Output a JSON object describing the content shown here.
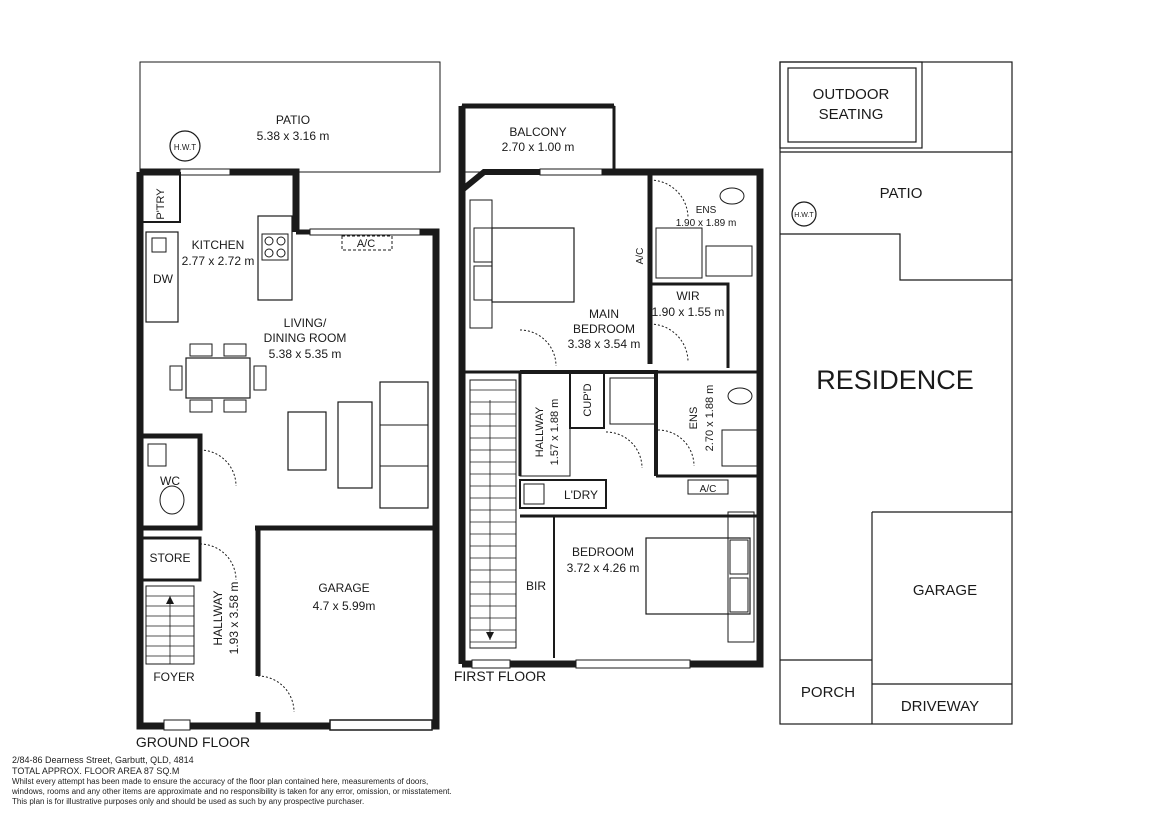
{
  "ground_floor": {
    "patio_name": "PATIO",
    "patio_size": "5.38 x 3.16 m",
    "hwt": "H.W.T",
    "pantry": "P'TRY",
    "kitchen_name": "KITCHEN",
    "kitchen_size": "2.77 x 2.72 m",
    "dw": "DW",
    "ac": "A/C",
    "living_name_1": "LIVING/",
    "living_name_2": "DINING ROOM",
    "living_size": "5.38 x 5.35 m",
    "wc": "WC",
    "store": "STORE",
    "hallway_name": "HALLWAY",
    "hallway_size": "1.93 x 3.58 m",
    "garage_name": "GARAGE",
    "garage_size": "4.7 x 5.99m",
    "foyer": "FOYER",
    "floor_label": "GROUND FLOOR"
  },
  "first_floor": {
    "balcony_name": "BALCONY",
    "balcony_size": "2.70 x 1.00 m",
    "ens1_name": "ENS",
    "ens1_size": "1.90 x 1.89 m",
    "ac1": "A/C",
    "wir_name": "WIR",
    "wir_size": "1.90 x 1.55 m",
    "main_bed_1": "MAIN",
    "main_bed_2": "BEDROOM",
    "main_bed_size": "3.38 x 3.54 m",
    "cupd": "CUP'D",
    "hallway_name": "HALLWAY",
    "hallway_size": "1.57 x 1.88 m",
    "ens2_name": "ENS",
    "ens2_size": "2.70 x 1.88 m",
    "ac2": "A/C",
    "ldry": "L'DRY",
    "bir": "BIR",
    "bedroom_name": "BEDROOM",
    "bedroom_size": "3.72 x 4.26 m",
    "floor_label": "FIRST FLOOR"
  },
  "site_plan": {
    "outdoor_1": "OUTDOOR",
    "outdoor_2": "SEATING",
    "patio": "PATIO",
    "hwt": "H.W.T",
    "residence": "RESIDENCE",
    "garage": "GARAGE",
    "porch": "PORCH",
    "driveway": "DRIVEWAY"
  },
  "footer": {
    "address": "2/84-86 Dearness Street, Garbutt, QLD, 4814",
    "area": "TOTAL APPROX. FLOOR AREA 87 SQ.M",
    "disclaimer_1": "Whilst every attempt has been made to ensure the accuracy of the floor plan contained here, measurements of doors,",
    "disclaimer_2": "windows, rooms and any other items are approximate and no responsibility is taken for any error, omission, or misstatement.",
    "disclaimer_3": "This plan is for illustrative purposes only and should be used as such by any prospective purchaser."
  }
}
